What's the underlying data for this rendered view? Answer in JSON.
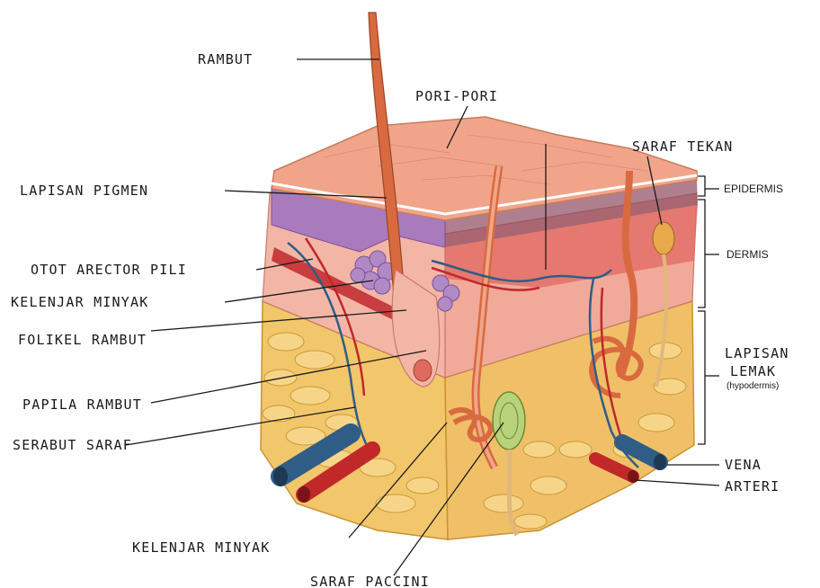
{
  "labels": {
    "rambut": "RAMBUT",
    "pori_pori": "PORI-PORI",
    "saraf_tekan": "SARAF TEKAN",
    "lapisan_pigmen": "LAPISAN PIGMEN",
    "otot_arector_pili": "OTOT ARECTOR PILI",
    "kelenjar_minyak_left": "KELENJAR MINYAK",
    "folikel_rambut": "FOLIKEL RAMBUT",
    "papila_rambut": "PAPILA RAMBUT",
    "serabut_saraf": "SERABUT SARAF",
    "kelenjar_minyak_bottom": "KELENJAR MINYAK",
    "saraf_paccini": "SARAF PACCINI",
    "vena": "VENA",
    "arteri": "ARTERI"
  },
  "layers": {
    "epidermis": "EPIDERMIS",
    "dermis": "DERMIS",
    "lapisan_lemak_line1": "LAPISAN",
    "lapisan_lemak_line2": "LEMAK",
    "hypodermis": "(hypodermis)"
  },
  "colors": {
    "epidermis_top": "#f0a58a",
    "epidermis_purple": "#a97bbd",
    "dermis": "#f3b6a6",
    "fat": "#f2c66a",
    "vein": "#2f5d86",
    "artery": "#c0282a",
    "hair": "#d96a40",
    "nerve": "#e2b77a",
    "paccini": "#b7d27a"
  }
}
